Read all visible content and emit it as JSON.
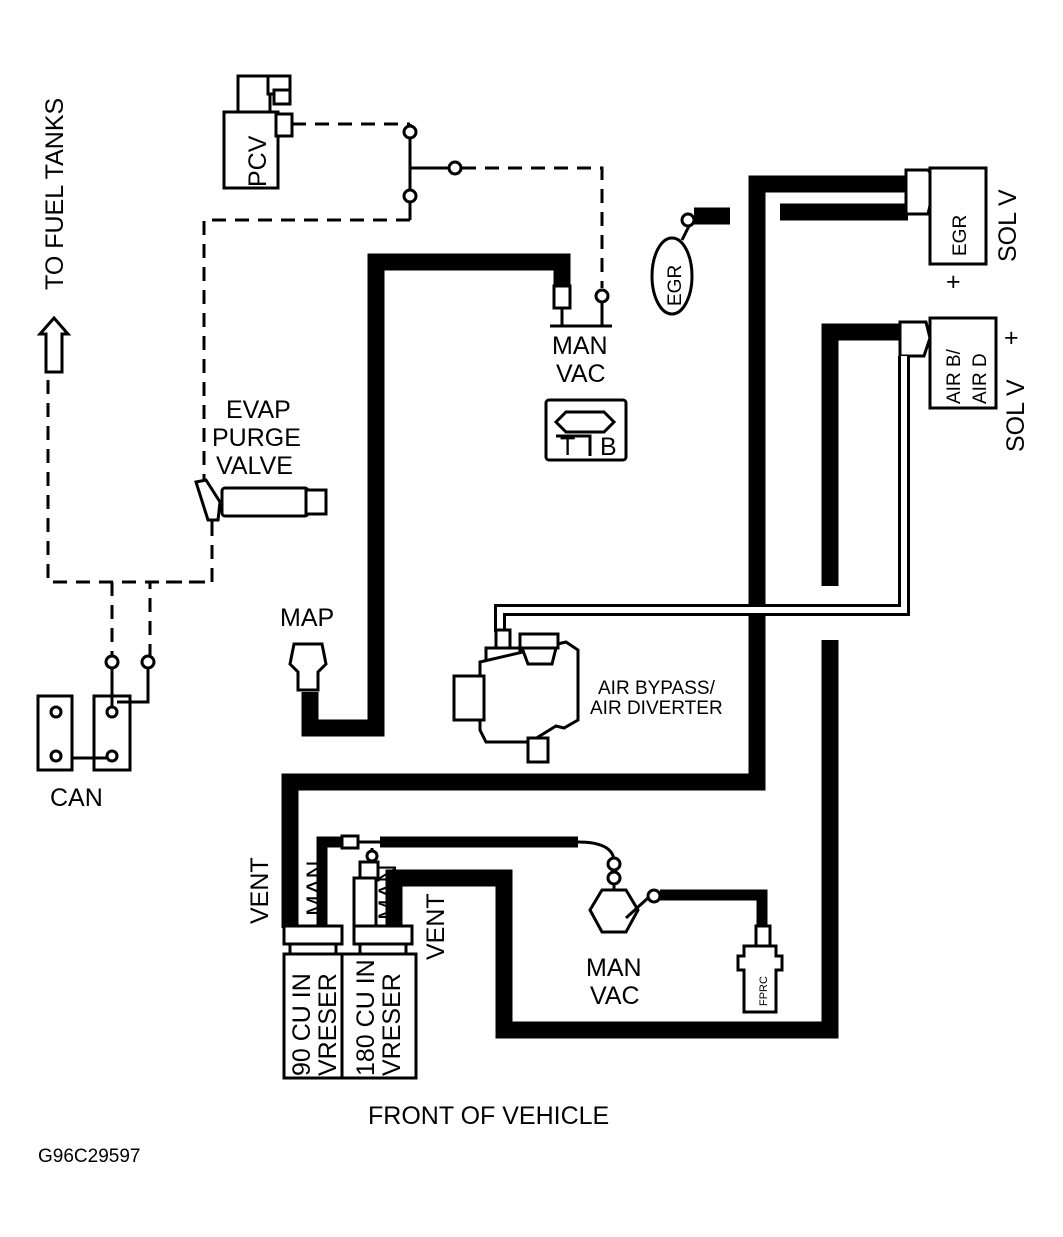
{
  "labels": {
    "to_fuel_tanks": "TO FUEL TANKS",
    "pcv": "PCV",
    "evap_line1": "EVAP",
    "evap_line2": "PURGE",
    "evap_line3": "VALVE",
    "map": "MAP",
    "can": "CAN",
    "man_vac_top_1": "MAN",
    "man_vac_top_2": "VAC",
    "tb_t": "T",
    "tb_b": "B",
    "egr_valve": "EGR",
    "egr_sol": "EGR",
    "sol_v_top": "SOL V",
    "air_bd_1": "AIR B/",
    "air_bd_2": "AIR D",
    "sol_v_mid": "SOL V",
    "air_bypass_1": "AIR BYPASS/",
    "air_bypass_2": "AIR DIVERTER",
    "vent_left": "VENT",
    "man_left": "MAN",
    "man_right": "MAN",
    "vent_right": "VENT",
    "res90_1": "90 CU IN",
    "res90_2": "VRESER",
    "res180_1": "180 CU IN",
    "res180_2": "VRESER",
    "man_vac_bottom_1": "MAN",
    "man_vac_bottom_2": "VAC",
    "fprc": "FPRC",
    "plus_egr": "+",
    "plus_air": "+",
    "front_of_vehicle": "FRONT OF VEHICLE",
    "figure_id": "G96C29597"
  }
}
